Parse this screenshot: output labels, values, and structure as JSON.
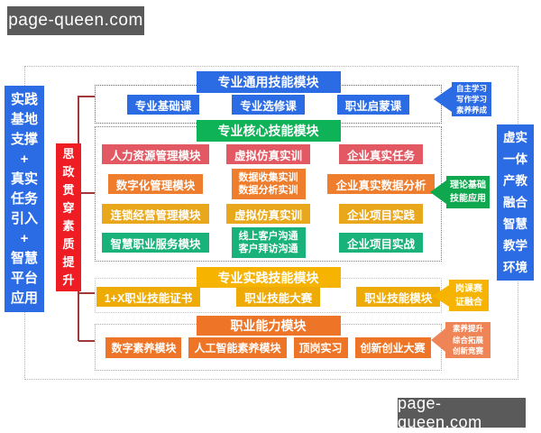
{
  "watermark": {
    "text": "page-queen.com"
  },
  "pillars": {
    "left": {
      "text": "实践\n基地\n支撑\n+\n真实\n任务\n引入\n+\n智慧\n平台\n应用"
    },
    "ideology": {
      "text": "思\n政\n贯\n穿\n素\n质\n提\n升"
    },
    "right": {
      "text": "虚实\n一体\n产教\n融合\n智慧\n教学\n环境"
    }
  },
  "sections": [
    {
      "title": "专业通用技能模块",
      "items": [
        "专业基础课",
        "专业选修课",
        "职业启蒙课"
      ],
      "annotation": "自主学习\n写作学习\n素养养成"
    },
    {
      "title": "专业核心技能模块",
      "rows": [
        [
          "人力资源管理模块",
          "虚拟仿真实训",
          "企业真实任务"
        ],
        [
          "数字化管理模块",
          "数据收集实训\n数据分析实训",
          "企业真实数据分析"
        ],
        [
          "连锁经营管理模块",
          "虚拟仿真实训",
          "企业项目实践"
        ],
        [
          "智慧职业服务模块",
          "线上客户沟通\n客户拜访沟通",
          "企业项目实战"
        ]
      ],
      "annotation": "理论基础\n技能应用"
    },
    {
      "title": "专业实践技能模块",
      "items": [
        "1+X职业技能证书",
        "职业技能大赛",
        "职业技能模块"
      ],
      "annotation": "岗课赛\n证融合"
    },
    {
      "title": "职业能力模块",
      "items": [
        "数字素养模块",
        "人工智能素养模块",
        "顶岗实习",
        "创新创业大赛"
      ],
      "annotation": "素养提升\n综合拓展\n创新竞赛"
    }
  ],
  "colors": {
    "blue": "#2b6ce5",
    "green_header": "#0eb257",
    "green_item": "#19b27b",
    "rose": "#e25863",
    "orange": "#ee7d2d",
    "gold": "#e9a81b",
    "gold_bright": "#f6b400",
    "orange_deep": "#ee7527",
    "salmon": "#ef8456",
    "red_pillar": "#ee1d23",
    "connector": "#a03a3a",
    "watermark_bg": "#5a5a5a"
  }
}
